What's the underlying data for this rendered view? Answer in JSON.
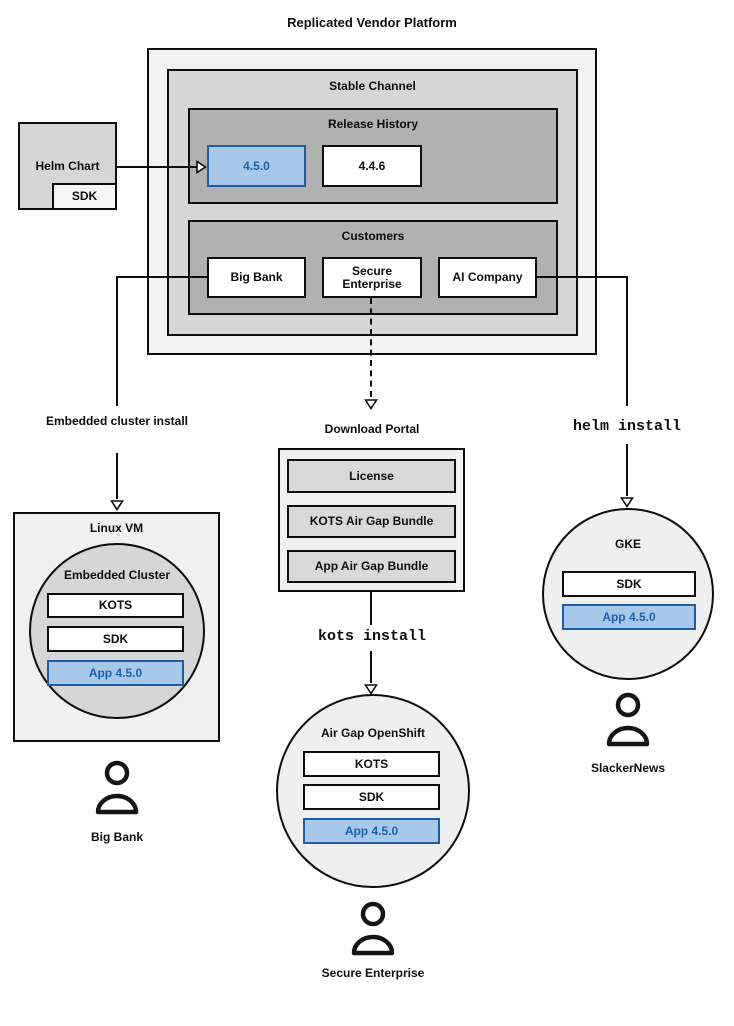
{
  "title": "Replicated Vendor Platform",
  "colors": {
    "highlight_fill": "#a8c8ea",
    "highlight_stroke": "#1d5fa5",
    "highlight_text": "#1b62a8",
    "box_gray_dark": "#b1b1b1",
    "box_gray_mid": "#d6d6d6",
    "box_gray_light": "#f0f0f0"
  },
  "platform": {
    "stable_channel": {
      "label": "Stable Channel",
      "release_history": {
        "label": "Release History",
        "releases": [
          {
            "version": "4.5.0",
            "highlighted": true
          },
          {
            "version": "4.4.6",
            "highlighted": false
          }
        ]
      },
      "customers": {
        "label": "Customers",
        "items": [
          {
            "name": "Big Bank"
          },
          {
            "name": "Secure Enterprise"
          },
          {
            "name": "AI Company"
          }
        ]
      }
    }
  },
  "helm_chart": {
    "label": "Helm Chart",
    "sdk": "SDK"
  },
  "flows": {
    "embedded": {
      "install_label": "Embedded cluster install",
      "host_label": "Linux VM",
      "cluster_label": "Embedded Cluster",
      "components": [
        "KOTS",
        "SDK"
      ],
      "app": "App 4.5.0",
      "user": "Big Bank"
    },
    "airgap": {
      "portal_label": "Download Portal",
      "portal_items": [
        "License",
        "KOTS Air Gap Bundle",
        "App Air Gap Bundle"
      ],
      "command": "kots install",
      "cluster_label": "Air Gap OpenShift",
      "components": [
        "KOTS",
        "SDK"
      ],
      "app": "App 4.5.0",
      "user": "Secure Enterprise"
    },
    "helm": {
      "command": "helm install",
      "cluster_label": "GKE",
      "components": [
        "SDK"
      ],
      "app": "App 4.5.0",
      "user": "SlackerNews"
    }
  }
}
